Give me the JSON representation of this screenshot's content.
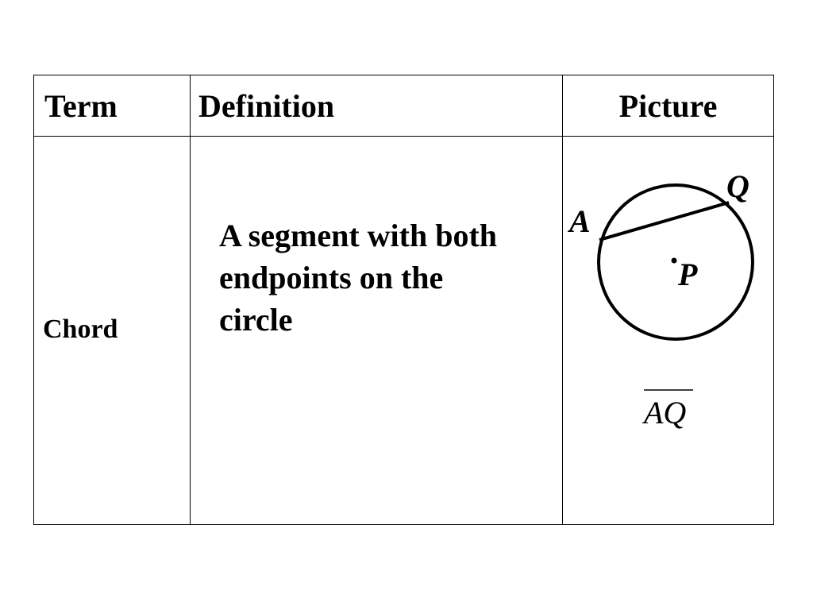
{
  "table": {
    "headers": {
      "term": "Term",
      "definition": "Definition",
      "picture": "Picture"
    },
    "rows": [
      {
        "term": "Chord",
        "definition": "A segment with both endpoints on the circle",
        "picture": {
          "points": {
            "a": "A",
            "q": "Q",
            "p": "P"
          },
          "segment_notation": "AQ"
        }
      }
    ]
  }
}
